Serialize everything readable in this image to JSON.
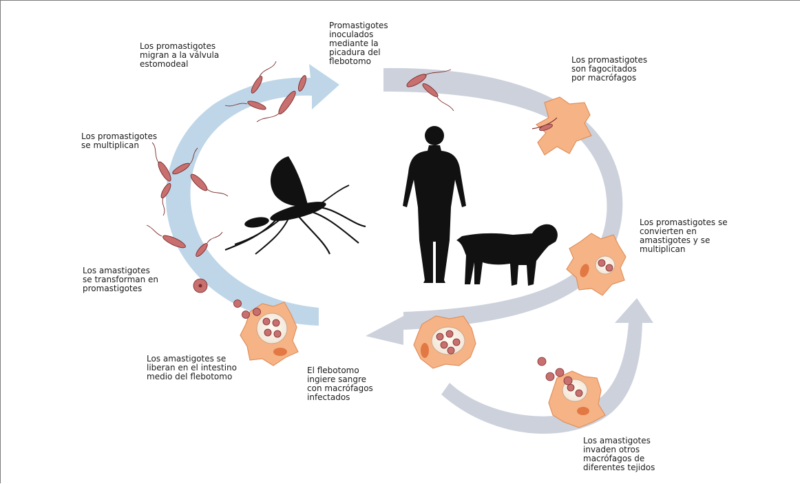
{
  "labels": {
    "inoculated": "Promastigotes\ninoculados\nmediante la\npicadura del\nflebotomo",
    "phagocytosed": "Los promastigotes\nson fagocitados\npor macrófagos",
    "convert": "Los promastigotes se\nconvierten en\namastigotes y se\nmultiplican",
    "invade": "Los amastigotes\ninvaden otros\nmacrófagos de\ndiferentes tejidos",
    "ingest": "El flebotomo\ningiere sangre\ncon macrófagos\ninfectados",
    "released": "Los amastigotes se\nliberan en el intestino\nmedio del flebotomo",
    "transform": "Los amastigotes\nse transforman en\npromastigotes",
    "multiply": "Los promastigotes\nse multiplican",
    "migrate": "Los promastigotes\nmigran a la válvula\nestomodeal"
  },
  "colors": {
    "sandfly_arrow": "#b9d3e6",
    "host_arrow": "#c8cdd8",
    "macrophage": "#f6b486",
    "macrophage_outline": "#e08f5c",
    "nucleus": "#e27843",
    "parasite": "#c86f6f",
    "parasite_outline": "#7a2a2a",
    "silhouette": "#111111"
  }
}
